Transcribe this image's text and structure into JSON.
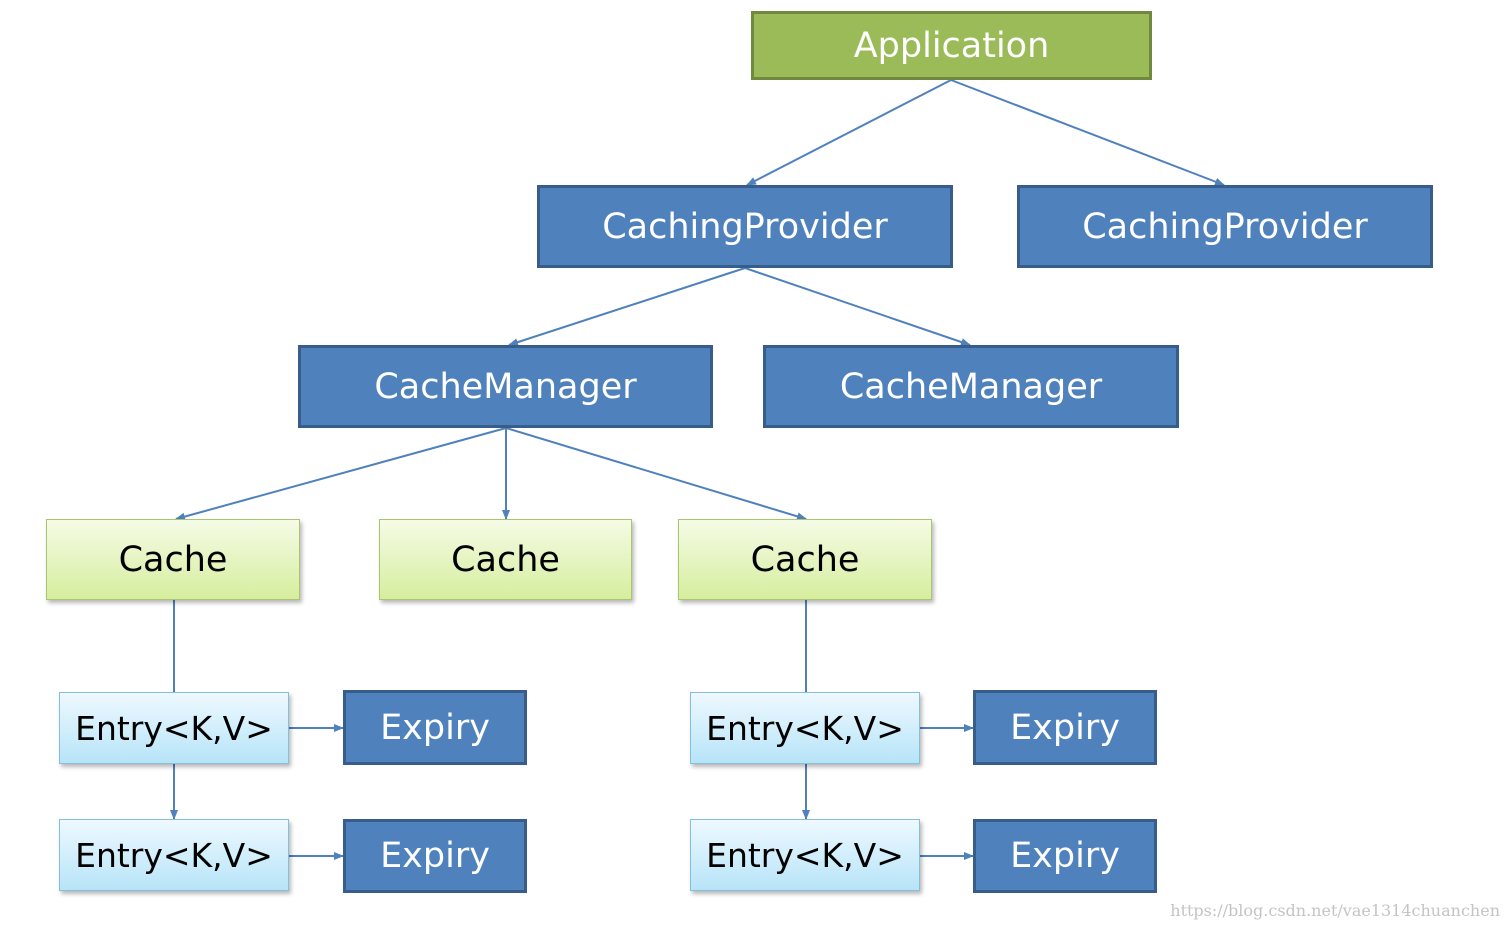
{
  "nodes": {
    "application": "Application",
    "provider_left": "CachingProvider",
    "provider_right": "CachingProvider",
    "manager_left": "CacheManager",
    "manager_right": "CacheManager",
    "cache_1": "Cache",
    "cache_2": "Cache",
    "cache_3": "Cache",
    "entry_1a": "Entry<K,V>",
    "entry_1b": "Entry<K,V>",
    "entry_3a": "Entry<K,V>",
    "entry_3b": "Entry<K,V>",
    "expiry_1a": "Expiry",
    "expiry_1b": "Expiry",
    "expiry_3a": "Expiry",
    "expiry_3b": "Expiry"
  },
  "watermark": "https://blog.csdn.net/vae1314chuanchen",
  "colors": {
    "application_fill": "#9bbb59",
    "dark_fill": "#4f81bd",
    "cache_fill": "#e6f4c3",
    "entry_fill": "#d3effc",
    "connector": "#4f81bd"
  }
}
